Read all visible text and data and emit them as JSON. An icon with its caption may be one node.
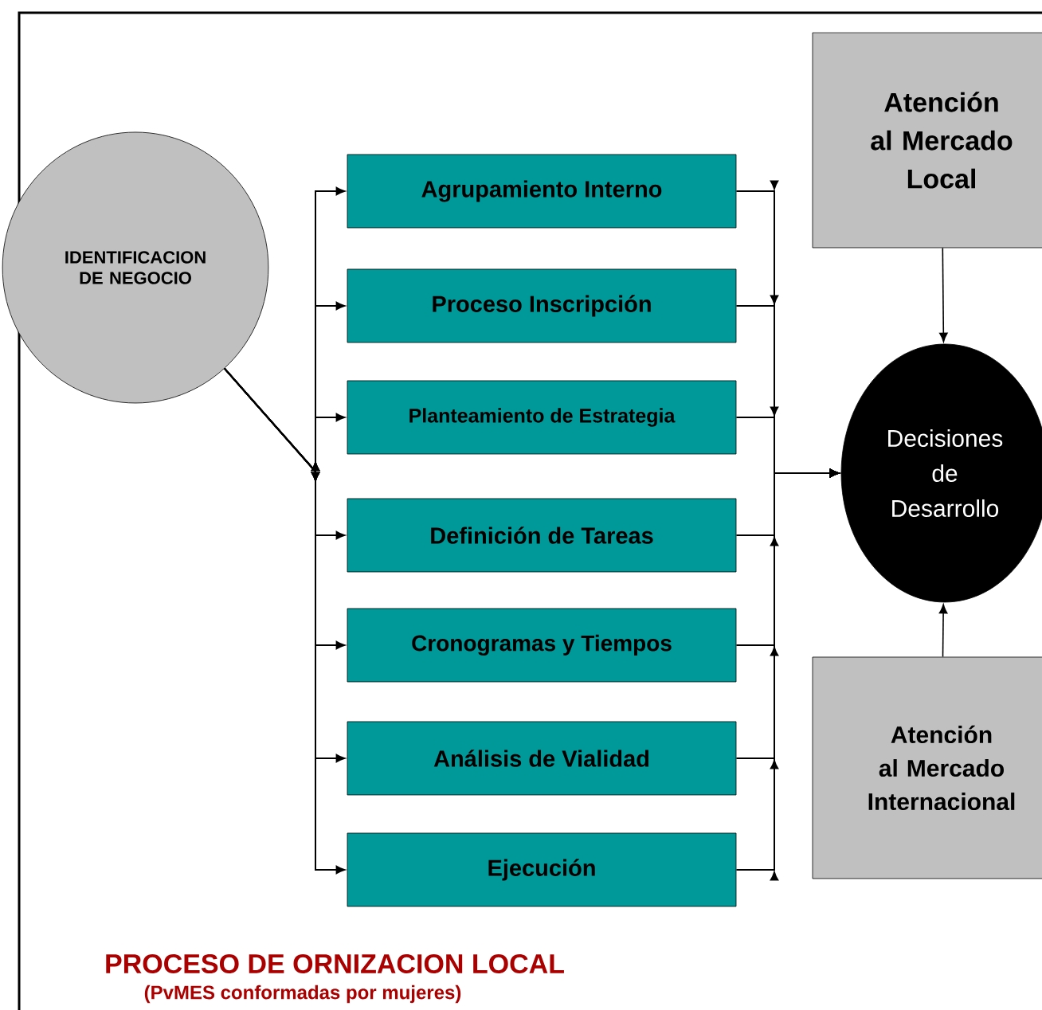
{
  "diagram": {
    "title": "PROCESO DE ORNIZACION LOCAL",
    "caption": "(PvMES conformadas por mujeres)",
    "nodes": [
      {
        "text": [
          "IDENTIFICACION DE NEGOCIO"
        ]
      },
      {
        "text": [
          "Agrupamiento Interno"
        ]
      },
      {
        "text": [
          "Proceso Inscripción"
        ]
      },
      {
        "text": [
          "Planteamiento de Estrategia"
        ]
      },
      {
        "text": [
          "Definición de Tareas"
        ]
      },
      {
        "text": [
          "Cronogramas y Tiempos"
        ]
      },
      {
        "text": [
          "Análisis de Vialidad"
        ]
      },
      {
        "text": [
          "Ejecución"
        ]
      },
      {
        "text": [
          "Atención al Mercado Local"
        ]
      },
      {
        "text": [
          "Decisiones de Desarrollo"
        ]
      },
      {
        "text": [
          "Atención al Mercado Internacional"
        ]
      }
    ],
    "edges": [
      {
        "from": 0,
        "to": 1,
        "arrow": "to"
      },
      {
        "from": 0,
        "to": 2,
        "arrow": "to"
      },
      {
        "from": 0,
        "to": 3,
        "arrow": "to"
      },
      {
        "from": 0,
        "to": 4,
        "arrow": "to"
      },
      {
        "from": 0,
        "to": 5,
        "arrow": "to"
      },
      {
        "from": 0,
        "to": 6,
        "arrow": "to"
      },
      {
        "from": 0,
        "to": 7,
        "arrow": "to"
      },
      {
        "from": 1,
        "to": 9,
        "arrow": "to"
      },
      {
        "from": 2,
        "to": 9,
        "arrow": "to"
      },
      {
        "from": 3,
        "to": 9,
        "arrow": "to"
      },
      {
        "from": 4,
        "to": 9,
        "arrow": "to"
      },
      {
        "from": 5,
        "to": 9,
        "arrow": "to"
      },
      {
        "from": 6,
        "to": 9,
        "arrow": "to"
      },
      {
        "from": 7,
        "to": 9,
        "arrow": "to"
      },
      {
        "from": 8,
        "to": 9,
        "arrow": "to"
      },
      {
        "from": 10,
        "to": 9,
        "arrow": "to"
      }
    ]
  }
}
